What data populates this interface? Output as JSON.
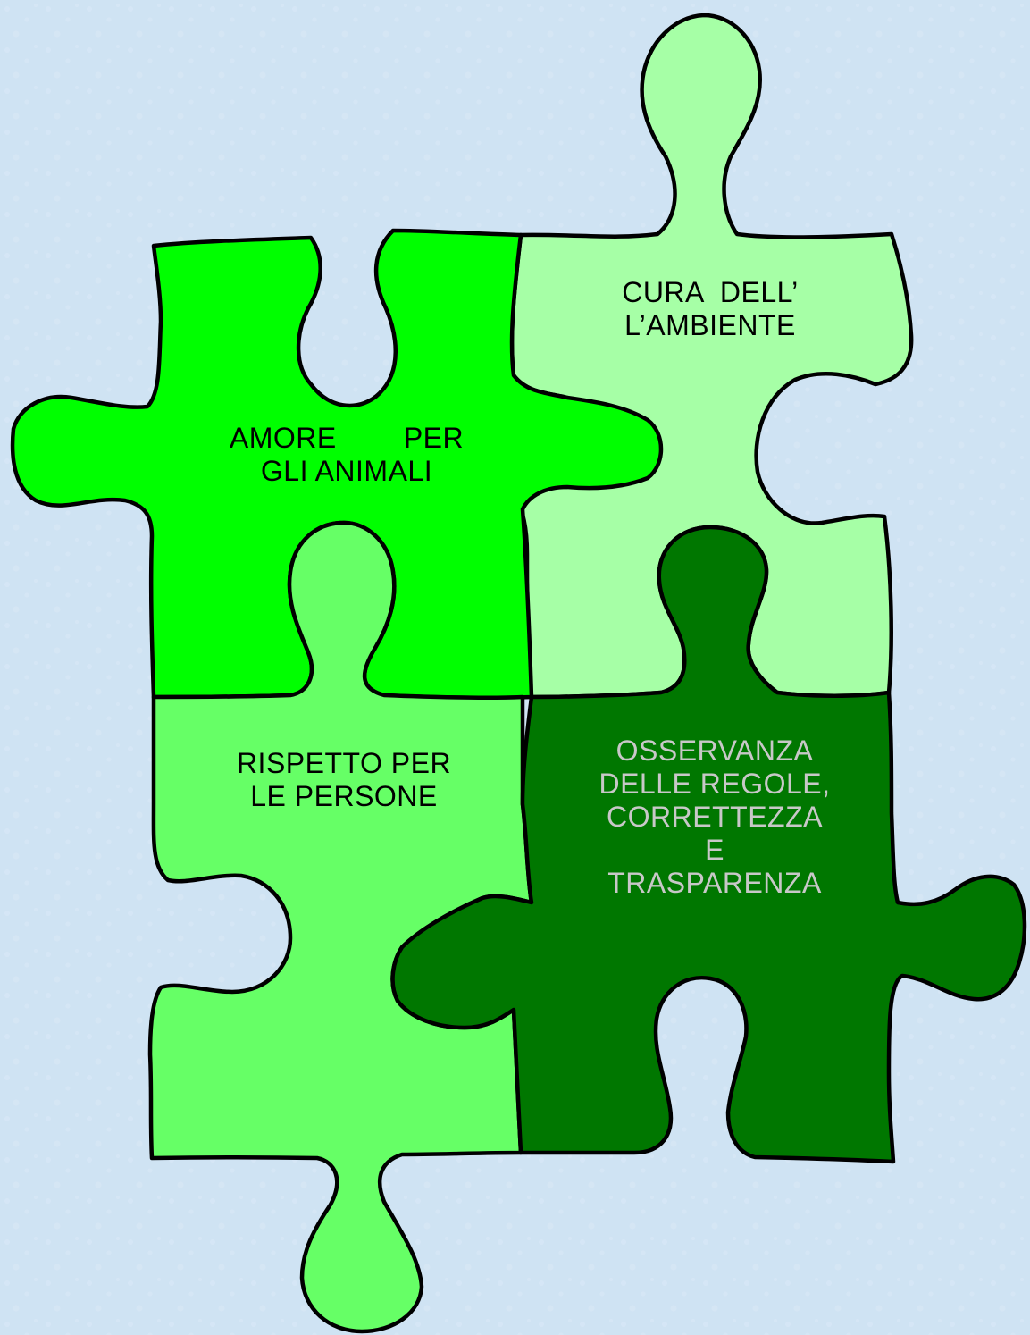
{
  "background": {
    "color": "#cfe3f3",
    "speckle": "#dbe9f7"
  },
  "pieces": [
    {
      "id": "amore",
      "fill": "#00ff00",
      "text_color": "#000000",
      "lines": [
        "AMORE        PER",
        "GLI ANIMALI"
      ]
    },
    {
      "id": "cura",
      "fill": "#a6ffa6",
      "text_color": "#000000",
      "lines": [
        "CURA  DELL’",
        "L’AMBIENTE"
      ]
    },
    {
      "id": "rispetto",
      "fill": "#66ff66",
      "text_color": "#000000",
      "lines": [
        "RISPETTO PER",
        "LE PERSONE"
      ]
    },
    {
      "id": "osservanza",
      "fill": "#007700",
      "text_color": "#c8c8c8",
      "lines": [
        "OSSERVANZA",
        "DELLE REGOLE,",
        "CORRETTEZZA",
        "E",
        "TRASPARENZA"
      ]
    }
  ]
}
